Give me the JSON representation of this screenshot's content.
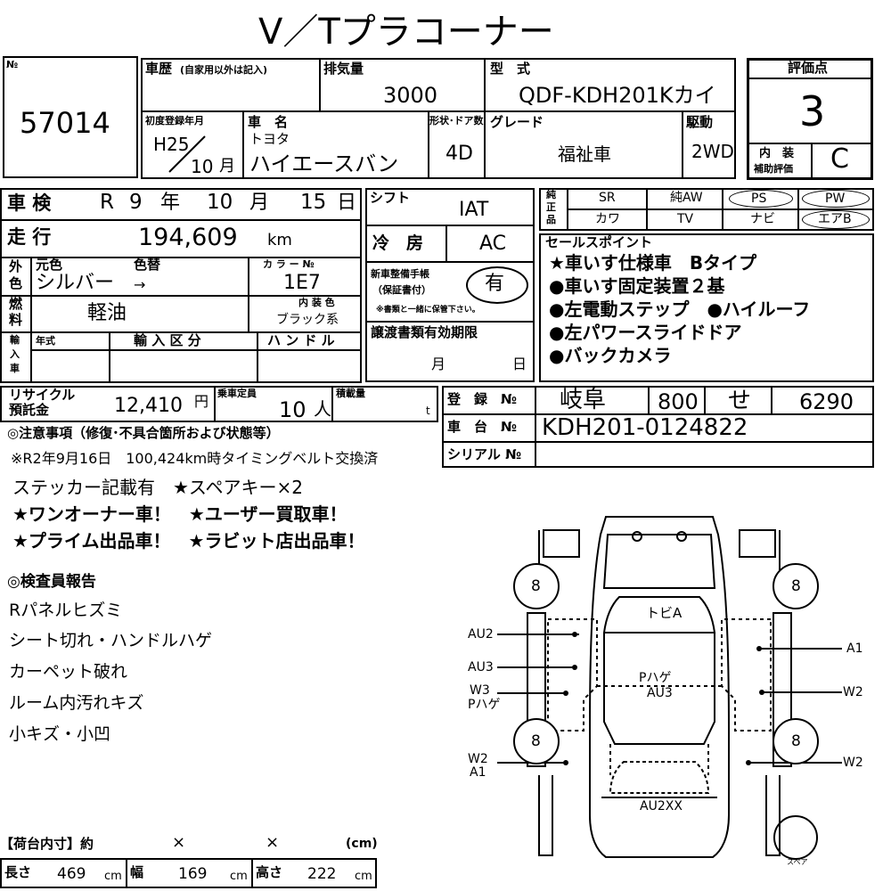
{
  "title": "V／Tプラコーナー",
  "lot": {
    "label": "№",
    "number": "57014"
  },
  "history": {
    "label": "車歴",
    "sub": "(自家用以外は記入)"
  },
  "displacement": {
    "label": "排気量",
    "value": "3000"
  },
  "model": {
    "label": "型　式",
    "value": "QDF-KDH201Kカイ"
  },
  "score": {
    "label": "評価点",
    "value": "3",
    "interior_label_1": "内　装",
    "interior_label_2": "補助評価",
    "interior_value": "C"
  },
  "first_reg": {
    "label": "初度登録年月",
    "year": "H25",
    "month": "10",
    "month_unit": "月"
  },
  "car_name": {
    "label": "車　名",
    "maker": "トヨタ",
    "value": "ハイエースバン"
  },
  "body": {
    "label": "形状･ドア数",
    "value": "4D"
  },
  "grade": {
    "label": "グレード",
    "value": "福祉車"
  },
  "drive": {
    "label": "駆動",
    "value": "2WD"
  },
  "inspection": {
    "label": "車 検",
    "era": "R",
    "year": "9",
    "year_unit": "年",
    "month": "10",
    "month_unit": "月",
    "day": "15",
    "day_unit": "日"
  },
  "mileage": {
    "label": "走 行",
    "value": "194,609",
    "unit": "km"
  },
  "shift": {
    "label": "シフト",
    "value": "IAT"
  },
  "ac": {
    "label": "冷　房",
    "value": "AC"
  },
  "color": {
    "label_side_1": "外",
    "label_side_2": "色",
    "orig_label": "元色",
    "change_label": "色替",
    "value": "シルバー",
    "arrow": "→",
    "code_label": "カ ラ ー №",
    "code": "1E7"
  },
  "interior_color": {
    "label_1": "内 装 色",
    "value": "ブラック系"
  },
  "fuel": {
    "label_1": "燃",
    "label_2": "料",
    "value": "軽油"
  },
  "import": {
    "label_1": "輸",
    "label_2": "入",
    "label_3": "車",
    "year_label": "年式",
    "class_label": "輸 入 区 分",
    "handle_label": "ハ ン ド ル"
  },
  "manual": {
    "label_1": "新車整備手帳",
    "label_2": "（保証書付）",
    "value": "有",
    "note": "※書類と一緒に保管下さい。"
  },
  "transfer": {
    "label": "譲渡書類有効期限",
    "month_unit": "月",
    "day_unit": "日"
  },
  "genuine": {
    "label_1": "純",
    "label_2": "正",
    "label_3": "品",
    "row1": [
      "SR",
      "純AW",
      "PS",
      "PW"
    ],
    "row2": [
      "カワ",
      "TV",
      "ナビ",
      "エアB"
    ]
  },
  "selling_points": {
    "label": "セールスポイント",
    "items": [
      "★車いす仕様車　Bタイプ",
      "●車いす固定装置２基",
      "●左電動ステップ　●ハイルーフ",
      "●左パワースライドドア",
      "●バックカメラ"
    ]
  },
  "recycle": {
    "label_1": "リサイクル",
    "label_2": "預託金",
    "value": "12,410",
    "unit": "円"
  },
  "capacity": {
    "label": "乗車定員",
    "value": "10",
    "unit": "人"
  },
  "load": {
    "label": "積載量",
    "unit": "t"
  },
  "registration": {
    "label": "登　録　№",
    "region": "岐阜",
    "class_no": "800",
    "kana": "せ",
    "number": "6290"
  },
  "chassis": {
    "label": "車　台　№",
    "value": "KDH201-0124822"
  },
  "serial": {
    "label": "シリアル №"
  },
  "notes": {
    "heading": "◎注意事項（修復･不具合箇所および状態等）",
    "line1": "※R2年9月16日　100,424km時タイミングベルト交換済",
    "line2": "ステッカー記載有　★スペアキー×2",
    "line3": "★ワンオーナー車！　★ユーザー買取車！",
    "line4": "★プライム出品車！　★ラビット店出品車！"
  },
  "inspector": {
    "heading": "◎検査員報告",
    "items": [
      "Rパネルヒズミ",
      "シート切れ・ハンドルハゲ",
      "カーペット破れ",
      "ルーム内汚れキズ",
      "小キズ・小凹"
    ]
  },
  "cargo": {
    "label": "【荷台内寸】約",
    "x1": "×",
    "x2": "×",
    "unit": "(cm)",
    "length_label": "長さ",
    "length": "469",
    "width_label": "幅",
    "width": "169",
    "height_label": "高さ",
    "height": "222",
    "cm": "cm"
  },
  "diagram": {
    "tire_tread": "8",
    "windshield": "トビA",
    "center_1": "Pハゲ",
    "center_2": "AU3",
    "rear": "AU2XX",
    "left_labels": [
      "AU2",
      "AU3",
      "W3",
      "Pハゲ",
      "W2",
      "A1"
    ],
    "right_labels": [
      "A1",
      "W2",
      "W2"
    ],
    "spare": "スペア"
  }
}
